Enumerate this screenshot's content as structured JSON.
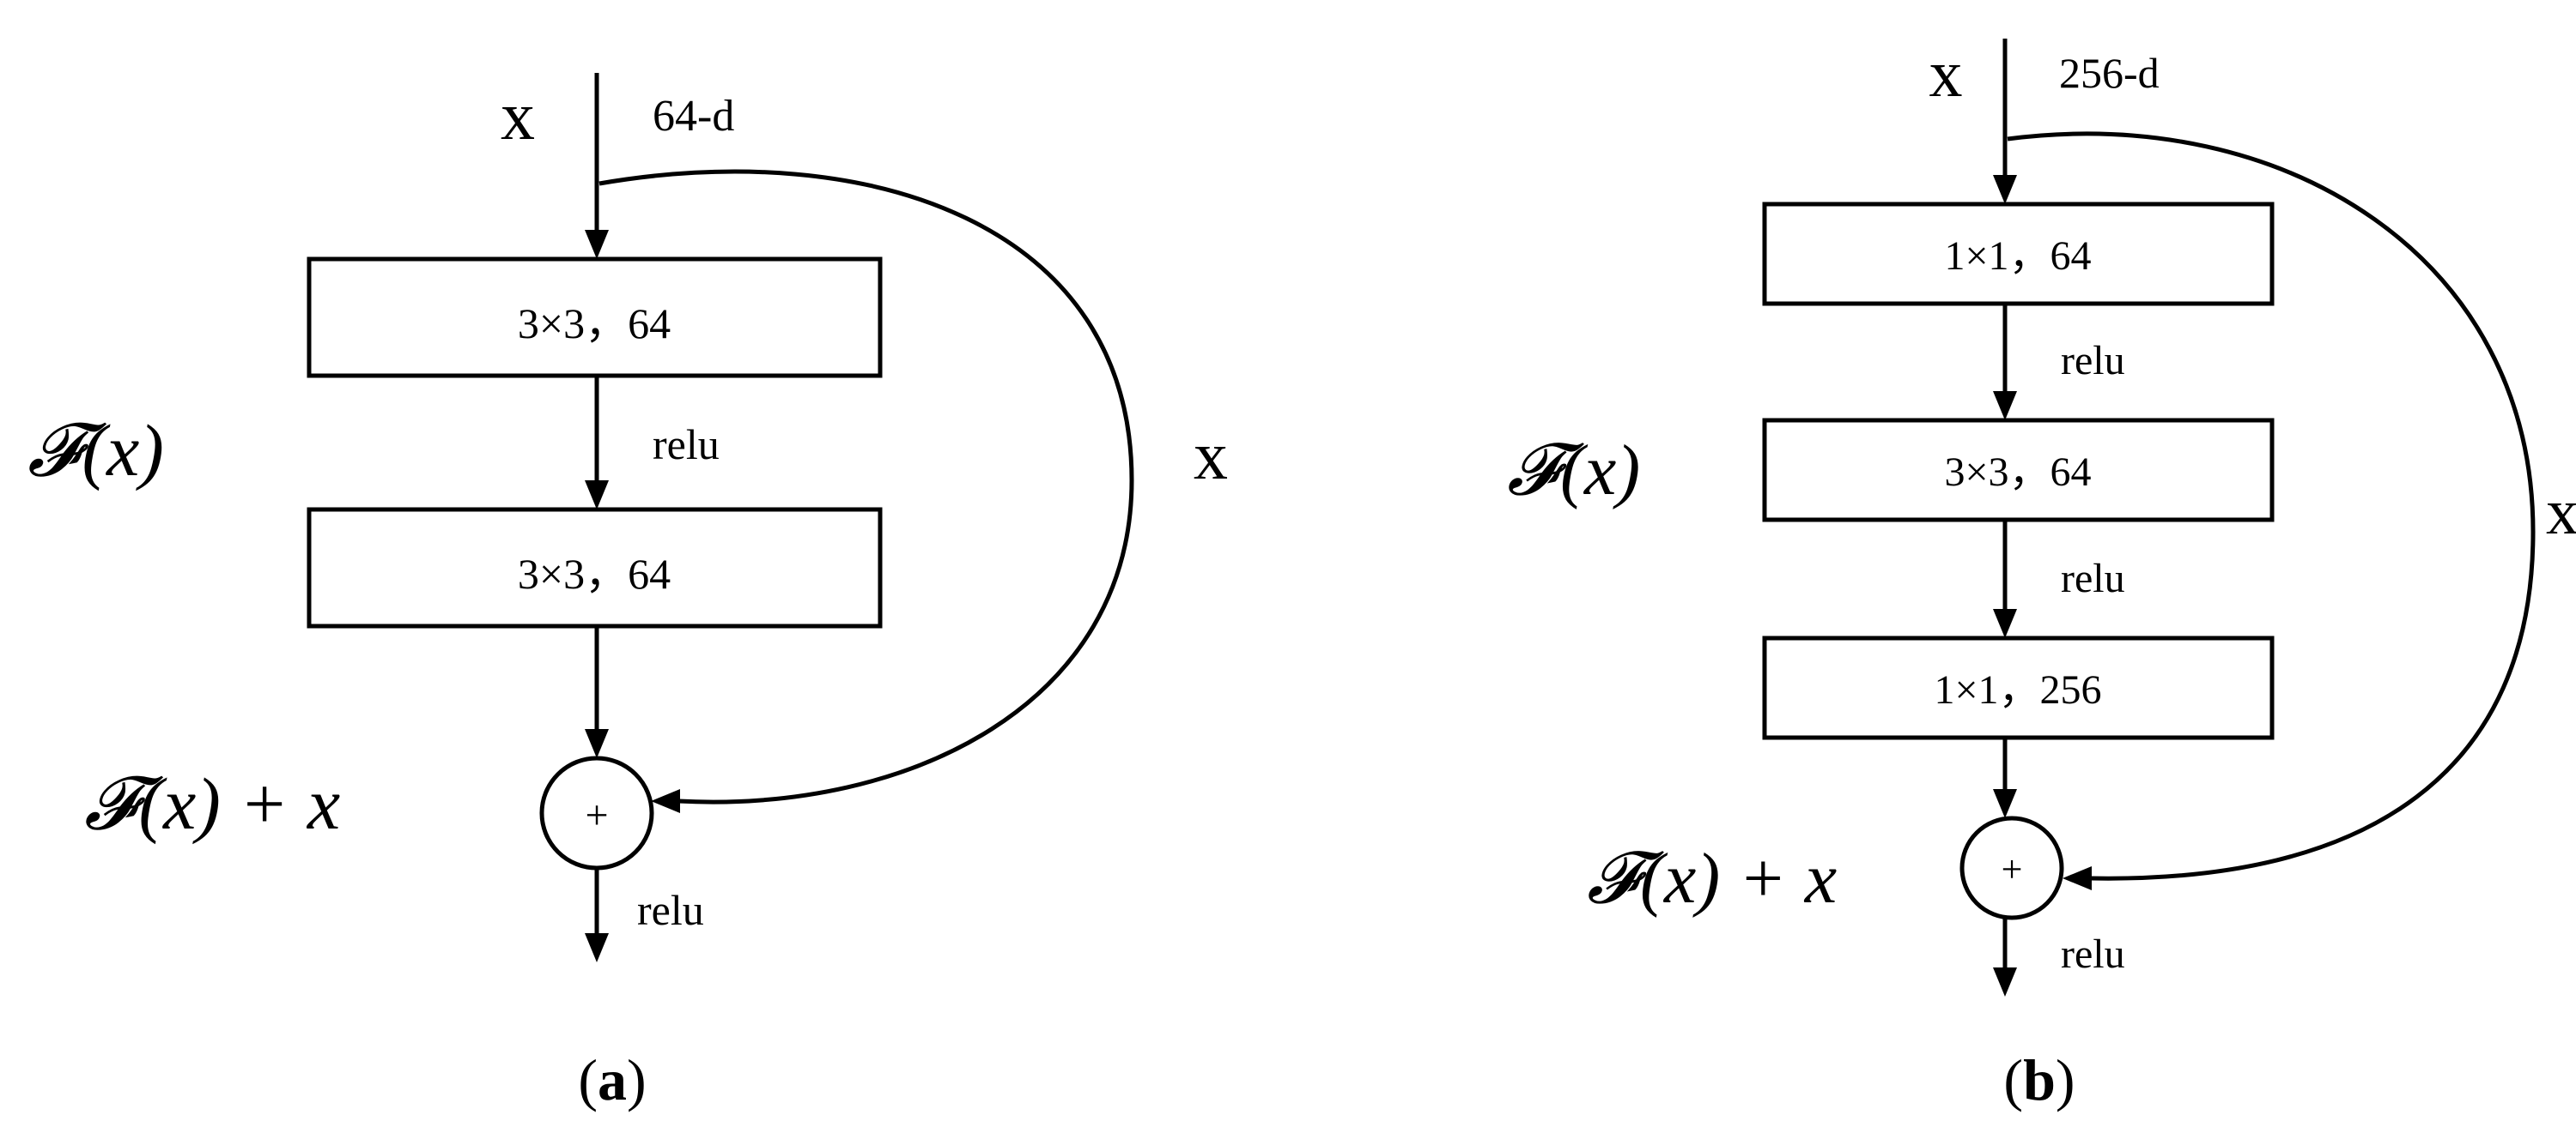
{
  "panel_a": {
    "input_label": "x",
    "dim_label": "64-d",
    "block1": "3×3，64",
    "block2": "3×3，64",
    "relu_mid": "relu",
    "relu_out": "relu",
    "residual_fn": "𝓕(x)",
    "skip_label": "x",
    "sum_label": "𝓕(x) + x",
    "add_symbol": "+",
    "caption_open": "(",
    "caption_letter": "a",
    "caption_close": ")"
  },
  "panel_b": {
    "input_label": "x",
    "dim_label": "256-d",
    "block1": "1×1，64",
    "block2": "3×3，64",
    "block3": "1×1，256",
    "relu_1": "relu",
    "relu_2": "relu",
    "relu_out": "relu",
    "residual_fn": "𝓕(x)",
    "skip_label": "x",
    "sum_label": "𝓕(x) + x",
    "add_symbol": "+",
    "caption_open": "(",
    "caption_letter": "b",
    "caption_close": ")"
  }
}
